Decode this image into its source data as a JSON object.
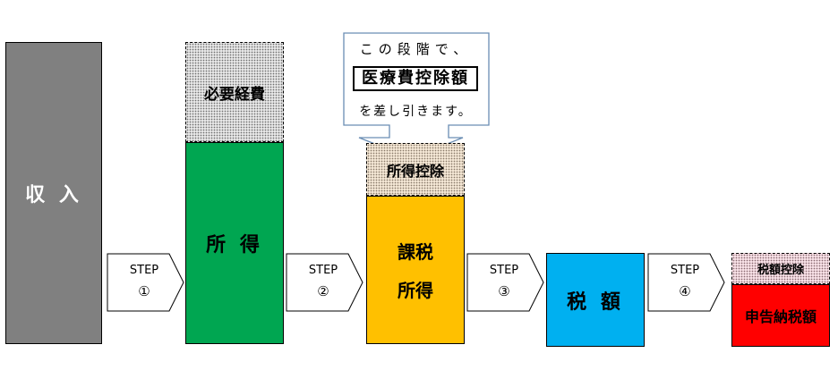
{
  "boxes": {
    "income": "収 入",
    "expenses": "必要経費",
    "shotoku": "所 得",
    "deduction": "所得控除",
    "taxable_line1": "課税",
    "taxable_line2": "所得",
    "tax": "税 額",
    "tax_credit": "税額控除",
    "filing_tax": "申告納税額"
  },
  "steps": [
    {
      "label": "STEP",
      "num": "①"
    },
    {
      "label": "STEP",
      "num": "②"
    },
    {
      "label": "STEP",
      "num": "③"
    },
    {
      "label": "STEP",
      "num": "④"
    }
  ],
  "callout": {
    "line1": "この段階で、",
    "line2": "医療費控除額",
    "line3": "を差し引きます。"
  },
  "colors": {
    "income": "#808080",
    "shotoku": "#00a651",
    "taxable": "#ffc000",
    "tax": "#00b0f0",
    "filing_tax": "#ff0000"
  }
}
